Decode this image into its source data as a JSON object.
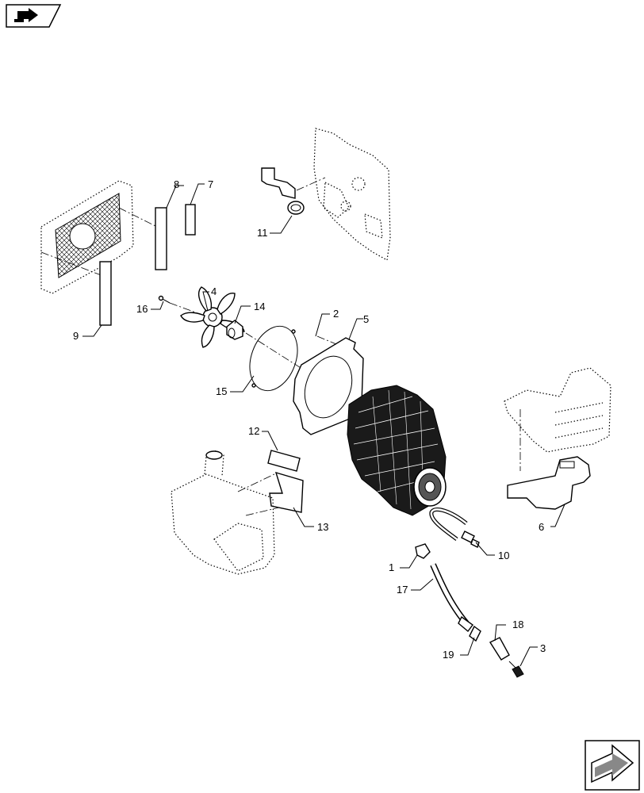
{
  "callouts": {
    "c1": "1",
    "c2": "2",
    "c3": "3",
    "c4": "4",
    "c5": "5",
    "c6": "6",
    "c7": "7",
    "c8": "8",
    "c9": "9",
    "c10": "10",
    "c11": "11",
    "c12": "12",
    "c13": "13",
    "c14": "14",
    "c15": "15",
    "c16": "16",
    "c17": "17",
    "c18": "18",
    "c19": "19"
  },
  "icons": {
    "top_left": "page-turn-arrow-icon",
    "bottom_right": "next-page-arrow-icon"
  }
}
